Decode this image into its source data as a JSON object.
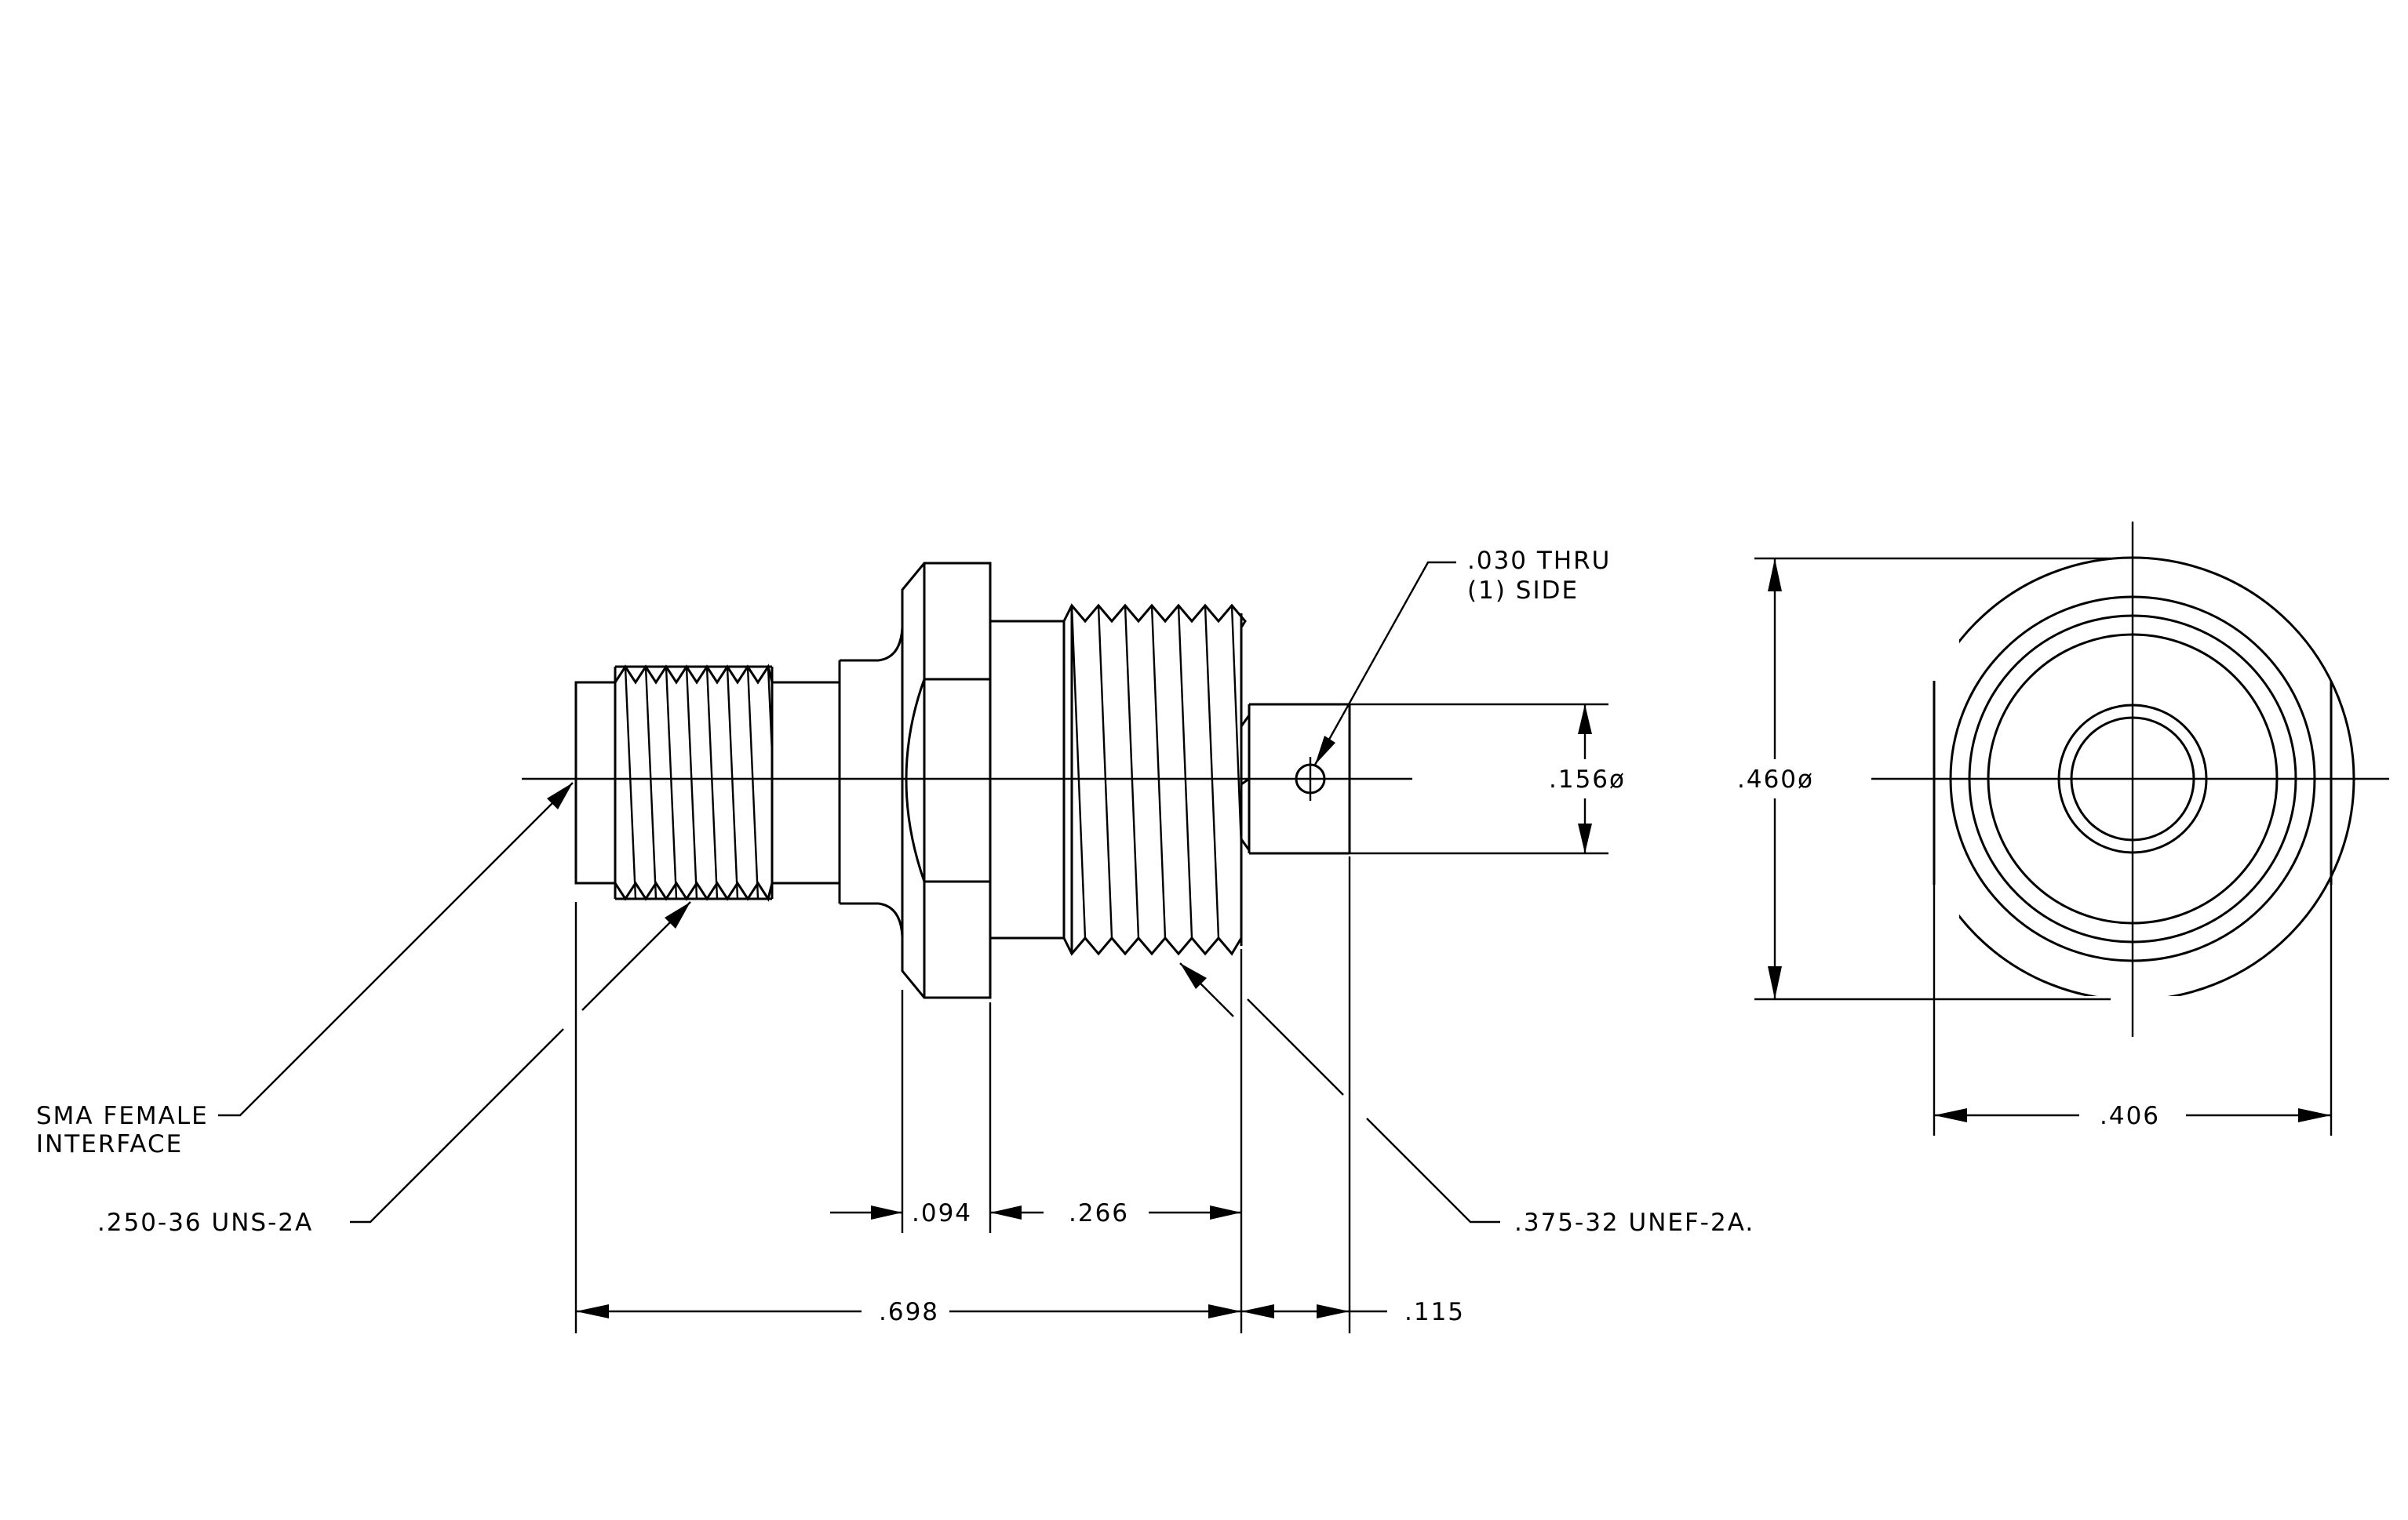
{
  "labels": {
    "hole_line1": ".030 THRU",
    "hole_line2": "(1) SIDE",
    "pin_dia": ".156ø",
    "body_dia": ".460ø",
    "flat_width": ".406",
    "interface_line1": "SMA FEMALE",
    "interface_line2": "INTERFACE",
    "small_thread": ".250-36 UNS-2A",
    "large_thread": ".375-32 UNEF-2A.",
    "flange_thk": ".094",
    "thread_len": ".266",
    "overall_len": ".698",
    "pin_len": ".115"
  },
  "colors": {
    "ink": "#000000",
    "paper": "#ffffff"
  }
}
